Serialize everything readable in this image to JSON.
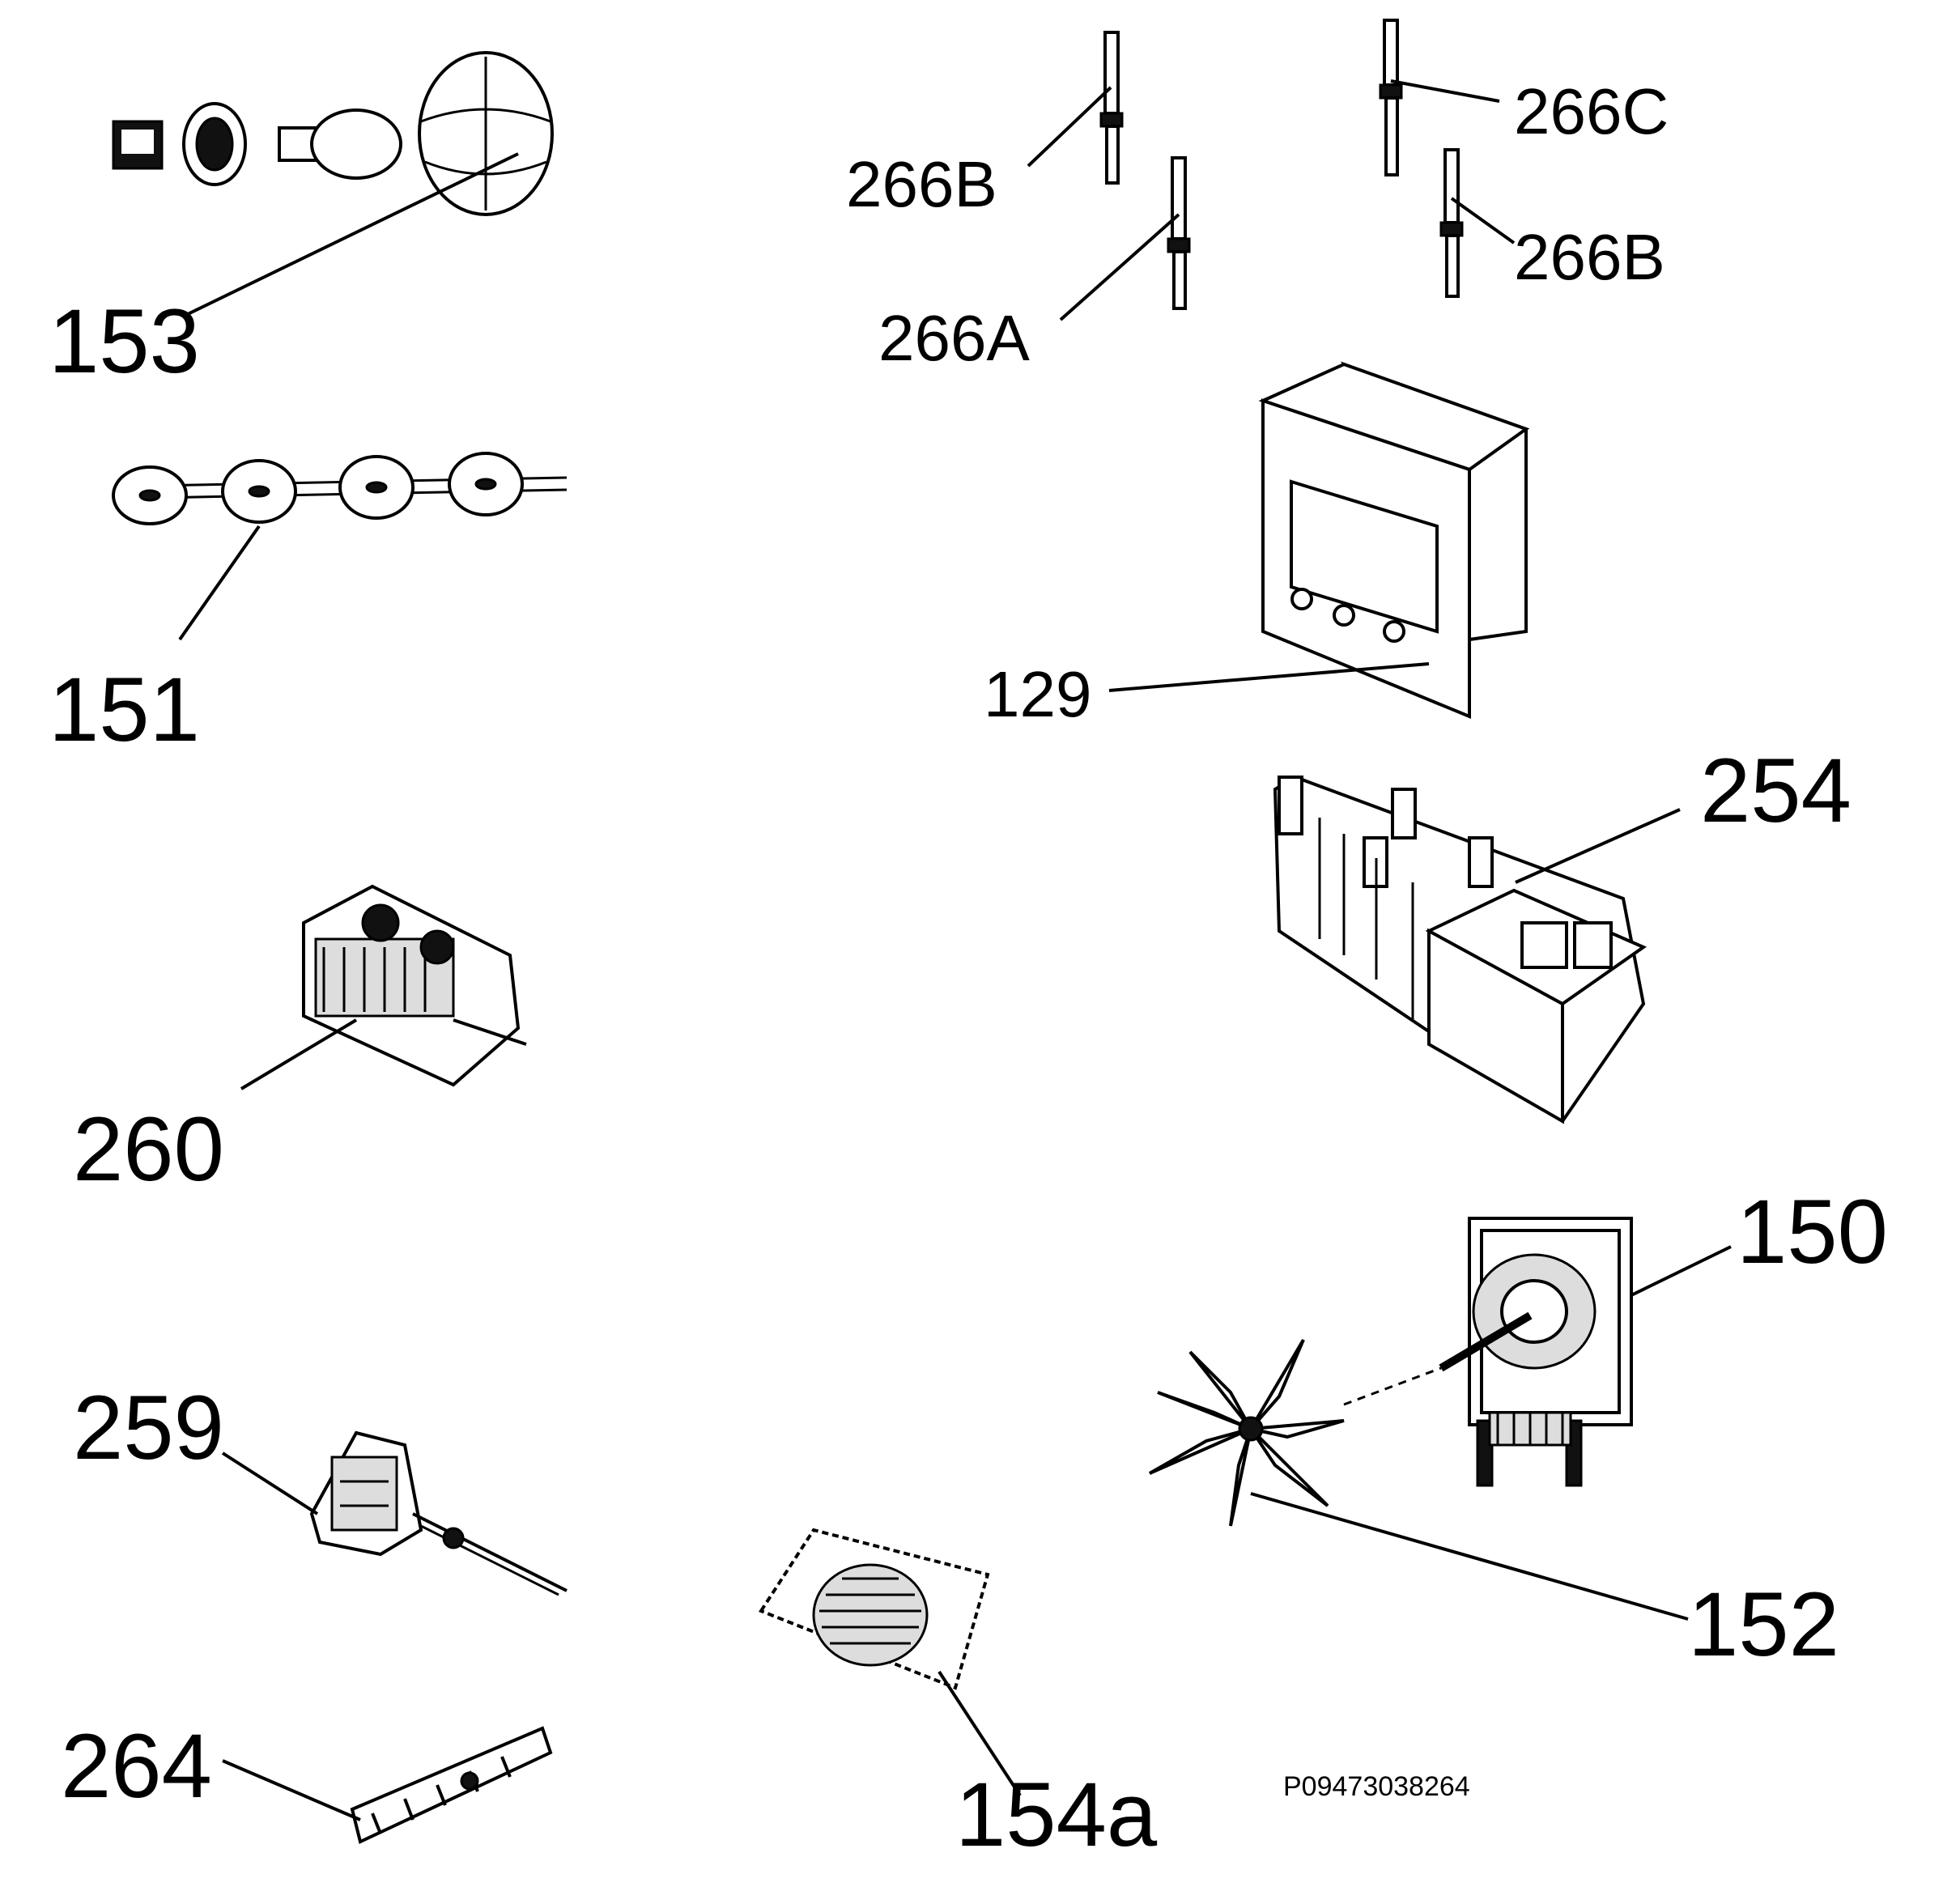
{
  "labels": {
    "l153": "153",
    "l151": "151",
    "l260": "260",
    "l259": "259",
    "l264": "264",
    "l266b_left": "266B",
    "l266a": "266A",
    "l266c": "266C",
    "l266b_right": "266B",
    "l129": "129",
    "l254": "254",
    "l150": "150",
    "l152": "152",
    "l154a": "154a"
  },
  "drawing_code": "P09473038264"
}
